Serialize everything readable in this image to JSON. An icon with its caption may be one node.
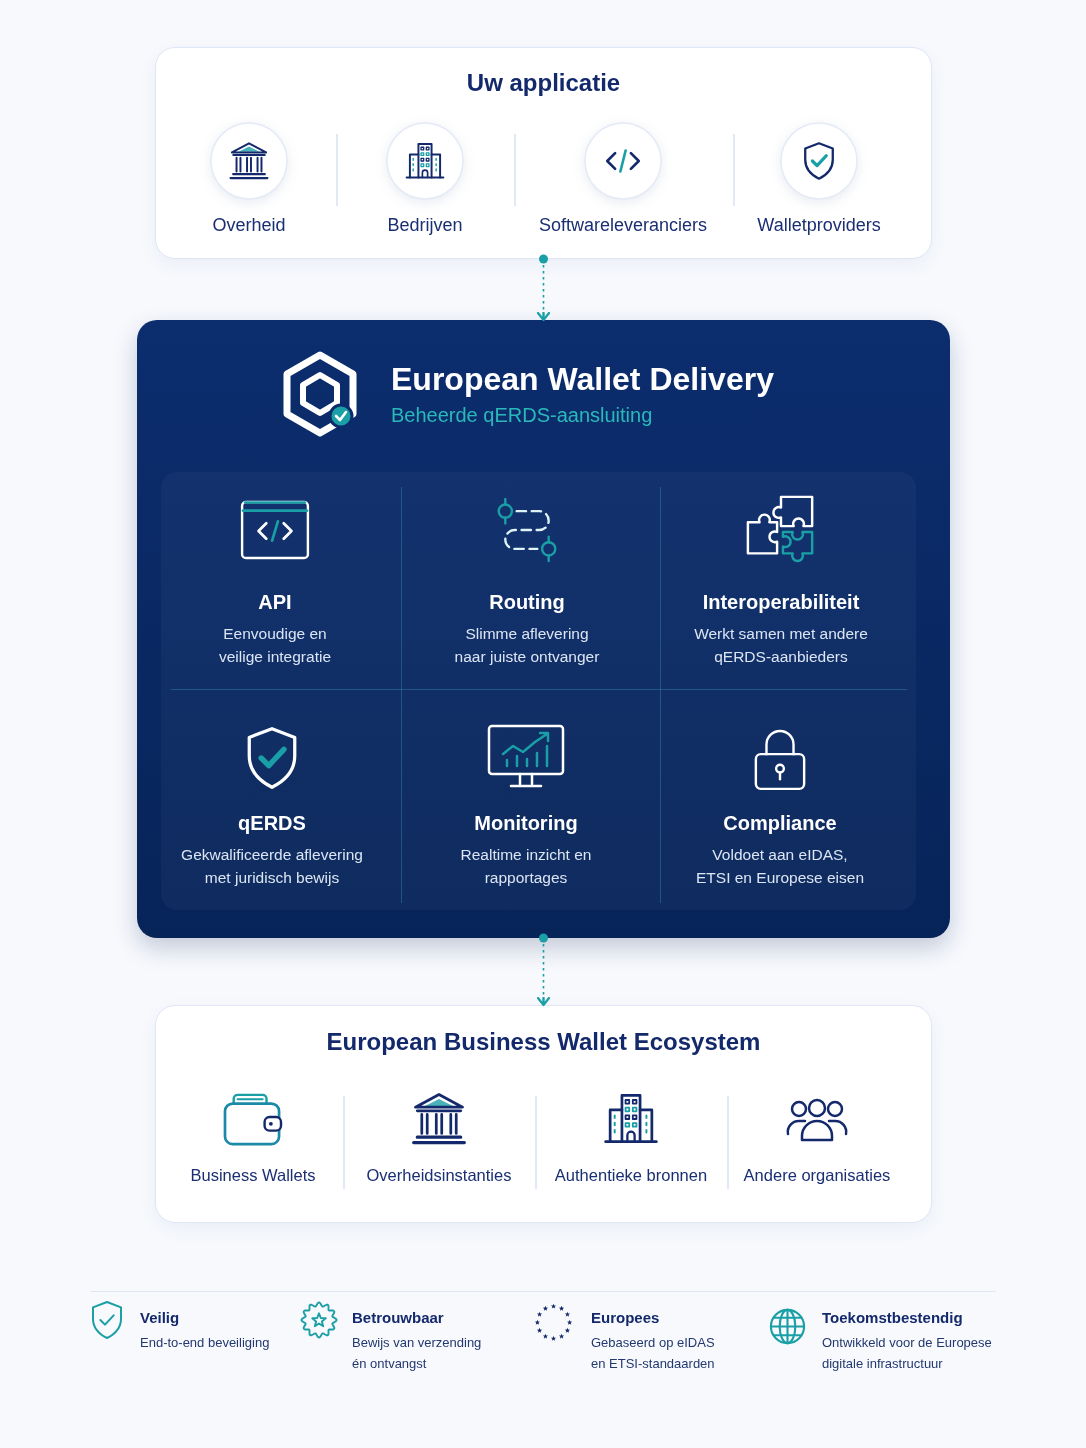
{
  "diagram": {
    "nodes": [
      {
        "text": [
          "Uw applicatie"
        ]
      },
      {
        "text": [
          "Overheid"
        ],
        "in": 0
      },
      {
        "text": [
          "Bedrijven"
        ],
        "in": 0
      },
      {
        "text": [
          "Softwareleveranciers"
        ],
        "in": 0
      },
      {
        "text": [
          "Walletproviders"
        ],
        "in": 0
      },
      {
        "text": [
          "European Wallet Delivery",
          "Beheerde qERDS-aansluiting"
        ]
      },
      {
        "text": [
          "API",
          "Eenvoudige en veilige integratie"
        ],
        "in": 5
      },
      {
        "text": [
          "Routing",
          "Slimme aflevering naar juiste ontvanger"
        ],
        "in": 5
      },
      {
        "text": [
          "Interoperabiliteit",
          "Werkt samen met andere qERDS-aanbieders"
        ],
        "in": 5
      },
      {
        "text": [
          "qERDS",
          "Gekwalificeerde aflevering met juridisch bewijs"
        ],
        "in": 5
      },
      {
        "text": [
          "Monitoring",
          "Realtime inzicht en rapportages"
        ],
        "in": 5
      },
      {
        "text": [
          "Compliance",
          "Voldoet aan eIDAS, ETSI en Europese eisen"
        ],
        "in": 5
      },
      {
        "text": [
          "European Business Wallet Ecosystem"
        ]
      },
      {
        "text": [
          "Business Wallets"
        ],
        "in": 12
      },
      {
        "text": [
          "Overheidsinstanties"
        ],
        "in": 12
      },
      {
        "text": [
          "Authentieke bronnen"
        ],
        "in": 12
      },
      {
        "text": [
          "Andere organisaties"
        ],
        "in": 12
      }
    ],
    "edges": [
      {
        "from": 0,
        "to": 5,
        "arrow": "to",
        "style": "dashed"
      },
      {
        "from": 5,
        "to": 12,
        "arrow": "to",
        "style": "dashed"
      }
    ],
    "labels": [
      "Veilig",
      "End-to-end beveiliging",
      "Betrouwbaar",
      "Bewijs van verzending én ontvangst",
      "Europees",
      "Gebaseerd op eIDAS en ETSI-standaarden",
      "Toekomstbestendig",
      "Ontwikkeld voor de Europese digitale infrastructuur"
    ]
  }
}
